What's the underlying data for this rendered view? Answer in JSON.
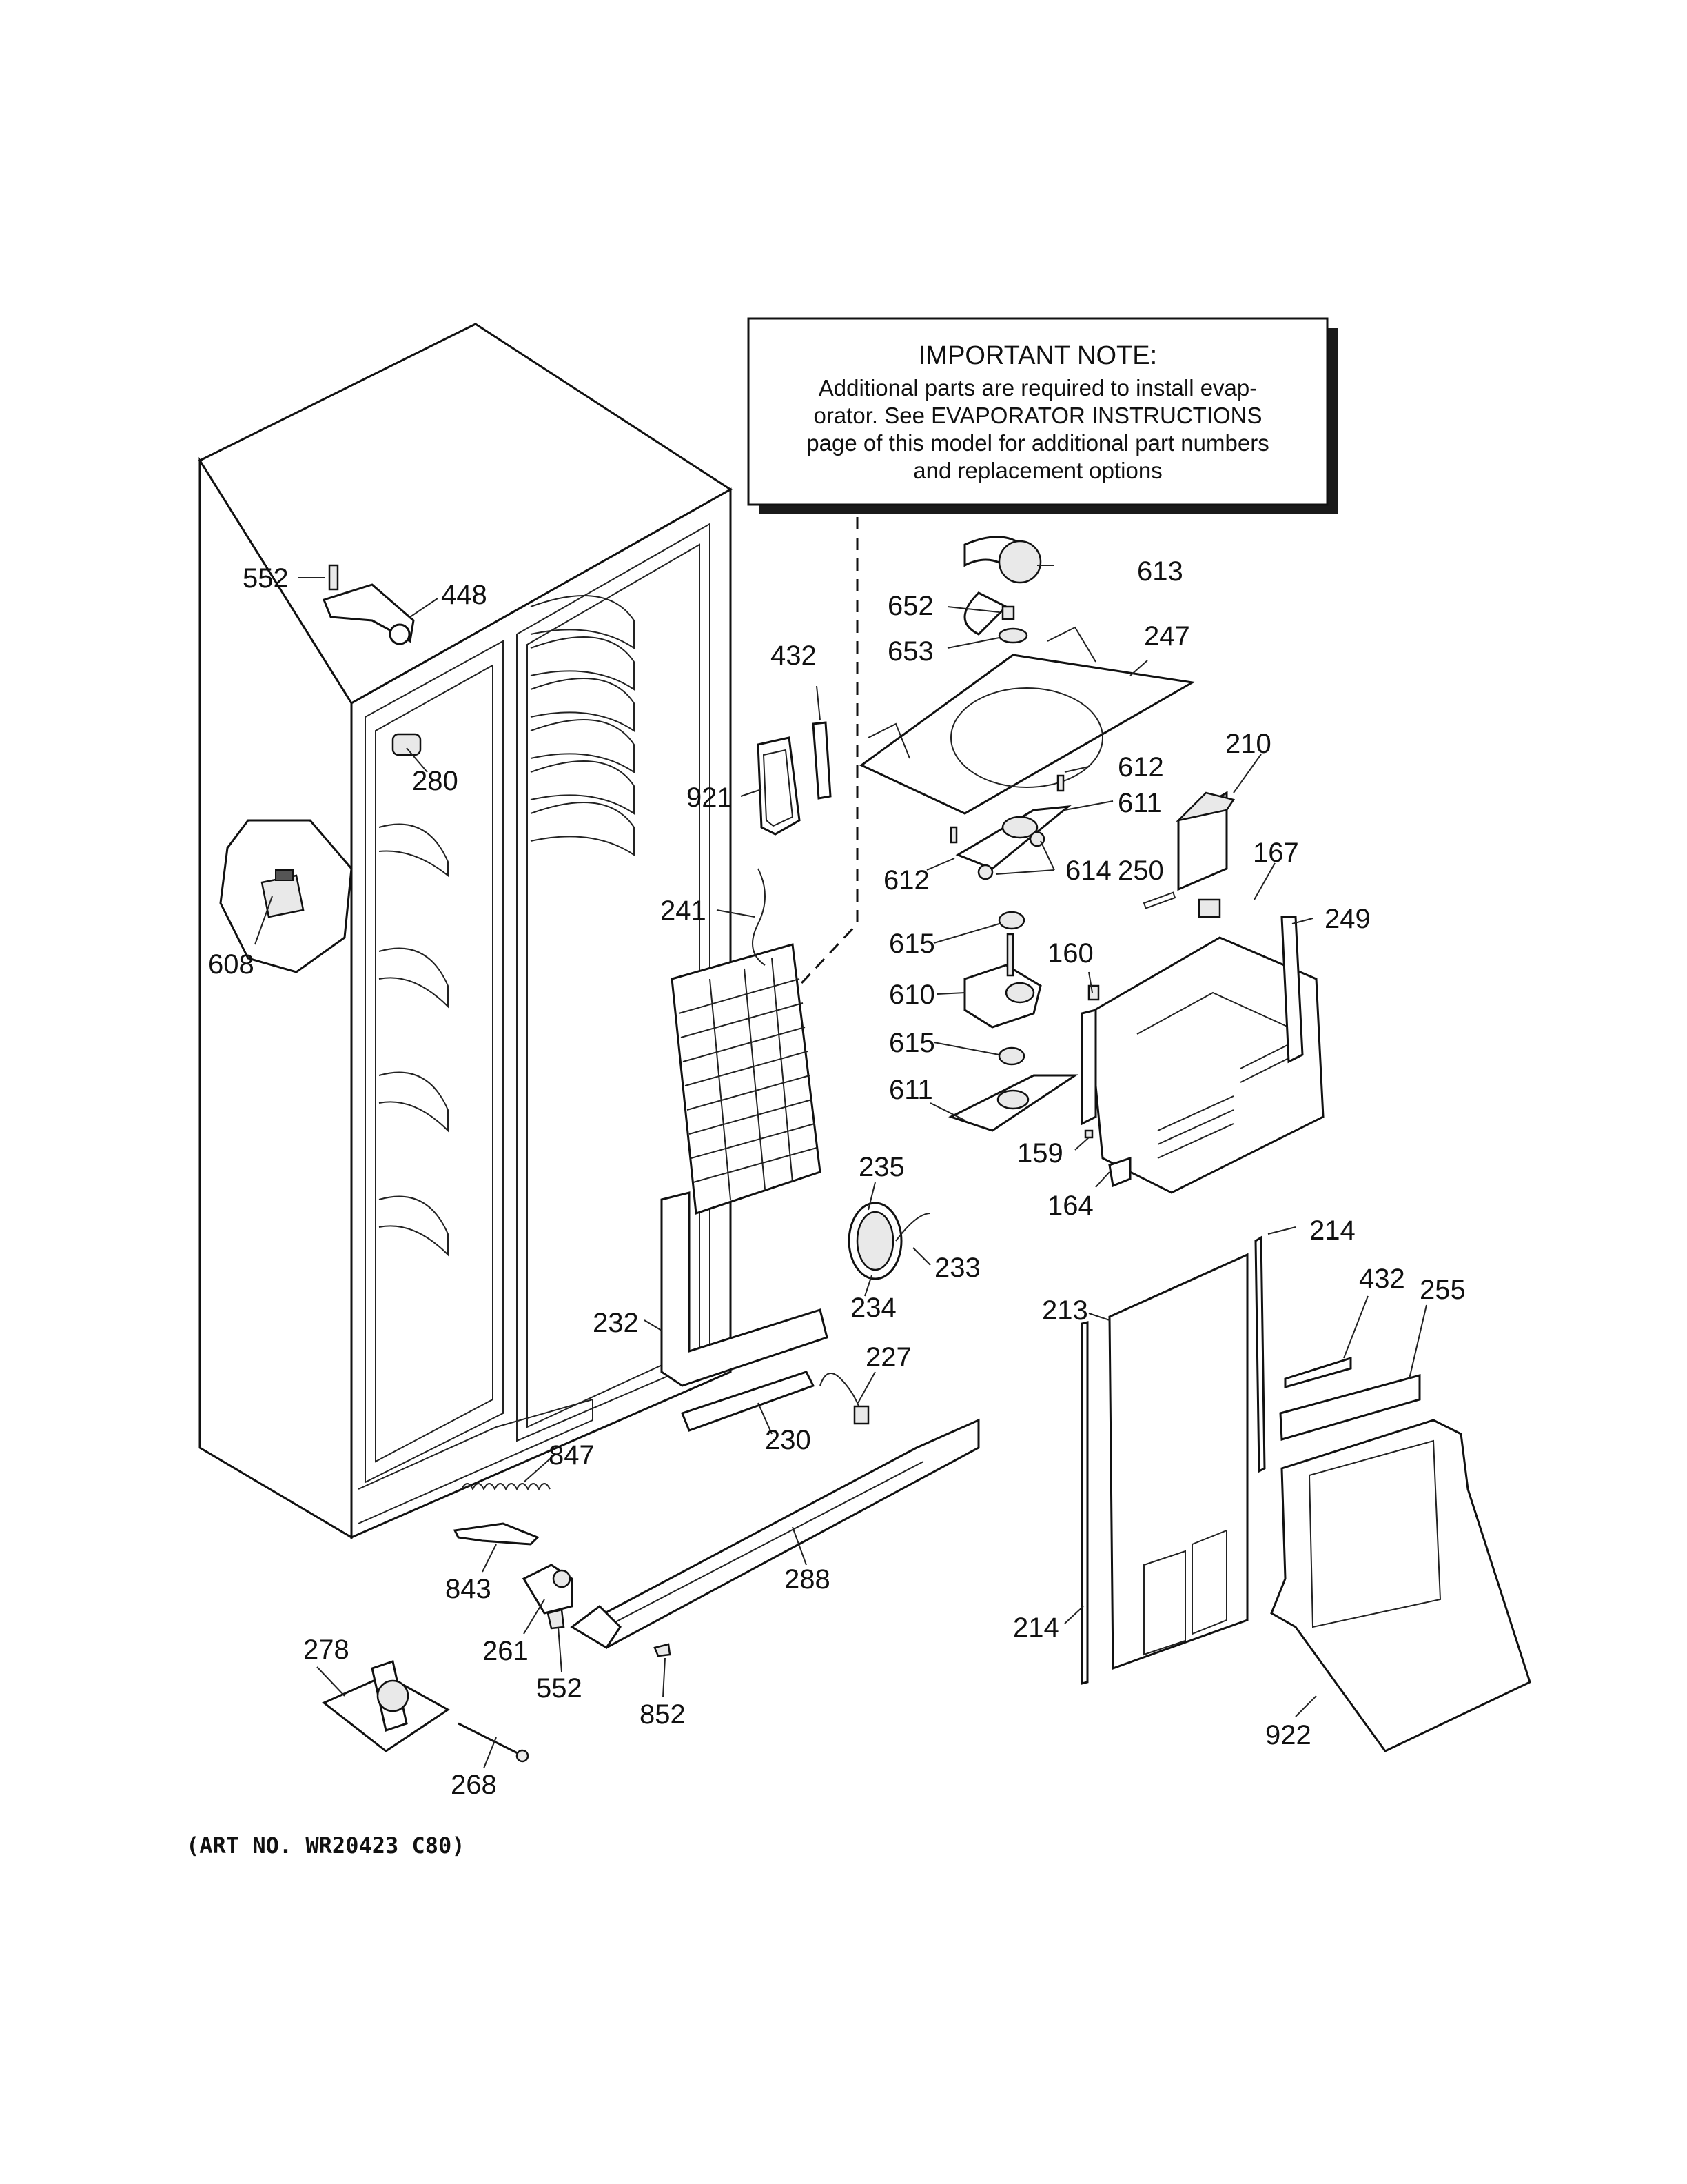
{
  "note": {
    "title": "IMPORTANT NOTE:",
    "lines": [
      "Additional parts are required to install evap-",
      "orator.  See EVAPORATOR INSTRUCTIONS",
      "page of this model for additional part numbers",
      "and replacement options"
    ]
  },
  "art_number": "(ART NO. WR20423 C80)",
  "labels": {
    "p552a": "552",
    "p448": "448",
    "p280": "280",
    "p608": "608",
    "p432a": "432",
    "p921": "921",
    "p241": "241",
    "p613": "613",
    "p652": "652",
    "p653": "653",
    "p247": "247",
    "p612a": "612",
    "p611a": "611",
    "p612b": "612",
    "p614": "614",
    "p250": "250",
    "p210": "210",
    "p167": "167",
    "p249": "249",
    "p615a": "615",
    "p610": "610",
    "p160": "160",
    "p615b": "615",
    "p611b": "611",
    "p159": "159",
    "p164": "164",
    "p235": "235",
    "p233": "233",
    "p234": "234",
    "p232": "232",
    "p227": "227",
    "p230": "230",
    "p847": "847",
    "p843": "843",
    "p288": "288",
    "p261": "261",
    "p552b": "552",
    "p852": "852",
    "p278": "278",
    "p268": "268",
    "p214a": "214",
    "p213": "213",
    "p432b": "432",
    "p255": "255",
    "p214b": "214",
    "p922": "922"
  }
}
